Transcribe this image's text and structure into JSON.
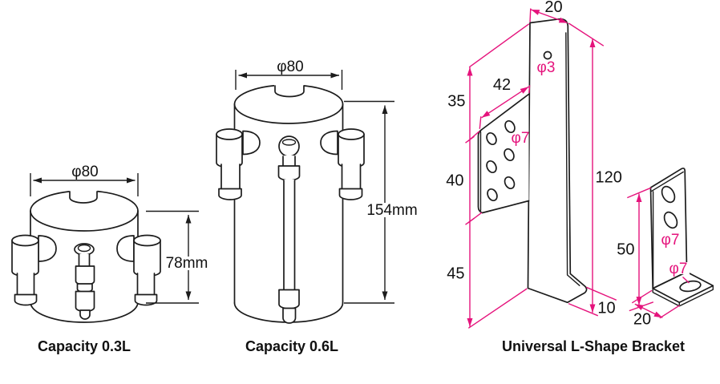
{
  "colors": {
    "line": "#1c1c1c",
    "dimension": "#e5137c",
    "label": "#111111"
  },
  "diagrams": {
    "can_small": {
      "caption": "Capacity 0.3L",
      "diameter_label": "φ80",
      "height_label": "78mm"
    },
    "can_large": {
      "caption": "Capacity 0.6L",
      "diameter_label": "φ80",
      "height_label": "154mm"
    },
    "bracket": {
      "caption": "Universal L-Shape Bracket",
      "large": {
        "top_width": "20",
        "flange_width": "42",
        "segment_upper": "35",
        "segment_middle": "40",
        "segment_lower": "45",
        "total_height": "120",
        "foot_depth": "10",
        "top_hole_label": "φ3",
        "flange_hole_label": "φ7"
      },
      "small": {
        "height": "50",
        "base_depth": "20",
        "side_hole_label": "φ7",
        "base_hole_label": "φ7"
      }
    }
  }
}
